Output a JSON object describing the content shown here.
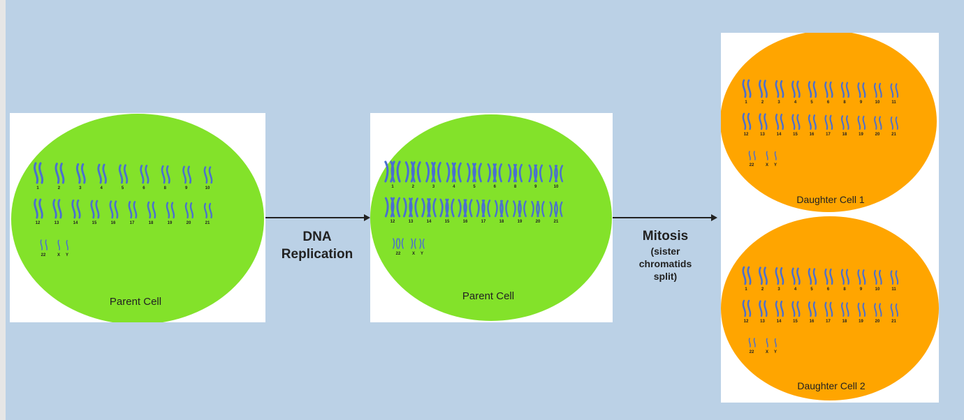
{
  "colors": {
    "background": "#bbd1e6",
    "parent_cell_fill": "#83e22a",
    "daughter_cell_fill": "#ffa500",
    "chromosome": "#4a6fd0"
  },
  "cells": {
    "parent_cell_1": {
      "label": "Parent Cell",
      "chromosome_form": "single"
    },
    "parent_cell_2": {
      "label": "Parent Cell",
      "chromosome_form": "replicated"
    },
    "daughter_cell_1": {
      "label": "Daughter Cell 1",
      "chromosome_form": "single"
    },
    "daughter_cell_2": {
      "label": "Daughter Cell 2",
      "chromosome_form": "single"
    }
  },
  "karyotype_numbers": {
    "row1": [
      "1",
      "2",
      "3",
      "4",
      "5",
      "6",
      "8",
      "9",
      "10"
    ],
    "row2": [
      "12",
      "13",
      "14",
      "15",
      "16",
      "17",
      "18",
      "19",
      "20",
      "21"
    ],
    "row3": [
      "22",
      "X",
      "Y"
    ]
  },
  "karyotype_numbers_daughter": {
    "row1": [
      "1",
      "2",
      "3",
      "4",
      "5",
      "6",
      "8",
      "9",
      "10",
      "11"
    ],
    "row2": [
      "12",
      "13",
      "14",
      "15",
      "16",
      "17",
      "18",
      "19",
      "20",
      "21"
    ],
    "row3": [
      "22",
      "X",
      "Y"
    ]
  },
  "steps": {
    "dna_replication": {
      "line1": "DNA",
      "line2": "Replication"
    },
    "mitosis": {
      "title": "Mitosis",
      "line1": "(sister",
      "line2": "chromatids",
      "line3": "split)"
    }
  }
}
